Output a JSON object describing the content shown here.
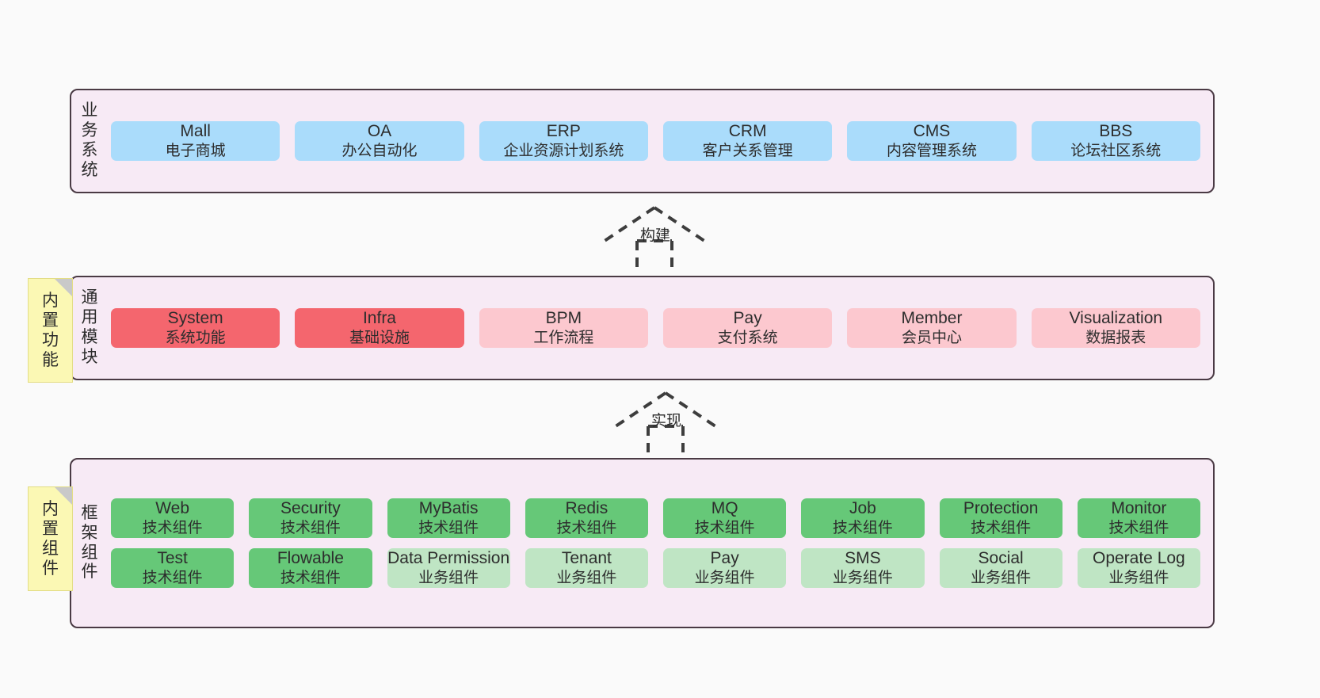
{
  "diagram": {
    "title": "",
    "colors": {
      "container_bg": "#f7eaf5",
      "container_border": "#4a3a44",
      "business_card": "#aadcfb",
      "module_primary": "#f4666e",
      "module_secondary": "#fcc8cf",
      "tech_component": "#66c878",
      "business_component": "#bfe5c4",
      "note_bg": "#fbf8b4",
      "note_fold": "#c9c9c9",
      "arrow": "#3d3d3d"
    }
  },
  "layers": [
    {
      "id": "business-systems",
      "label": [
        "业",
        "务",
        "系",
        "统"
      ],
      "rows": [
        {
          "cards": [
            {
              "title": "Mall",
              "subtitle": "电子商城",
              "variant": "c-blue"
            },
            {
              "title": "OA",
              "subtitle": "办公自动化",
              "variant": "c-blue"
            },
            {
              "title": "ERP",
              "subtitle": "企业资源计划系统",
              "variant": "c-blue"
            },
            {
              "title": "CRM",
              "subtitle": "客户关系管理",
              "variant": "c-blue"
            },
            {
              "title": "CMS",
              "subtitle": "内容管理系统",
              "variant": "c-blue"
            },
            {
              "title": "BBS",
              "subtitle": "论坛社区系统",
              "variant": "c-blue"
            }
          ]
        }
      ]
    },
    {
      "id": "common-modules",
      "label": [
        "通",
        "用",
        "模",
        "块"
      ],
      "note": [
        "内",
        "置",
        "功",
        "能"
      ],
      "rows": [
        {
          "cards": [
            {
              "title": "System",
              "subtitle": "系统功能",
              "variant": "c-red"
            },
            {
              "title": "Infra",
              "subtitle": "基础设施",
              "variant": "c-red"
            },
            {
              "title": "BPM",
              "subtitle": "工作流程",
              "variant": "c-pink"
            },
            {
              "title": "Pay",
              "subtitle": "支付系统",
              "variant": "c-pink"
            },
            {
              "title": "Member",
              "subtitle": "会员中心",
              "variant": "c-pink"
            },
            {
              "title": "Visualization",
              "subtitle": "数据报表",
              "variant": "c-pink"
            }
          ]
        }
      ]
    },
    {
      "id": "framework-components",
      "label": [
        "框",
        "架",
        "组",
        "件"
      ],
      "note": [
        "内",
        "置",
        "组",
        "件"
      ],
      "rows": [
        {
          "cards": [
            {
              "title": "Web",
              "subtitle": "技术组件",
              "variant": "c-green"
            },
            {
              "title": "Security",
              "subtitle": "技术组件",
              "variant": "c-green"
            },
            {
              "title": "MyBatis",
              "subtitle": "技术组件",
              "variant": "c-green"
            },
            {
              "title": "Redis",
              "subtitle": "技术组件",
              "variant": "c-green"
            },
            {
              "title": "MQ",
              "subtitle": "技术组件",
              "variant": "c-green"
            },
            {
              "title": "Job",
              "subtitle": "技术组件",
              "variant": "c-green"
            },
            {
              "title": "Protection",
              "subtitle": "技术组件",
              "variant": "c-green"
            },
            {
              "title": "Monitor",
              "subtitle": "技术组件",
              "variant": "c-green"
            }
          ]
        },
        {
          "cards": [
            {
              "title": "Test",
              "subtitle": "技术组件",
              "variant": "c-green"
            },
            {
              "title": "Flowable",
              "subtitle": "技术组件",
              "variant": "c-green"
            },
            {
              "title": "Data Permission",
              "subtitle": "业务组件",
              "variant": "c-lightgreen"
            },
            {
              "title": "Tenant",
              "subtitle": "业务组件",
              "variant": "c-lightgreen"
            },
            {
              "title": "Pay",
              "subtitle": "业务组件",
              "variant": "c-lightgreen"
            },
            {
              "title": "SMS",
              "subtitle": "业务组件",
              "variant": "c-lightgreen"
            },
            {
              "title": "Social",
              "subtitle": "业务组件",
              "variant": "c-lightgreen"
            },
            {
              "title": "Operate Log",
              "subtitle": "业务组件",
              "variant": "c-lightgreen"
            }
          ]
        }
      ]
    }
  ],
  "connectors": [
    {
      "id": "build",
      "label": "构建"
    },
    {
      "id": "implement",
      "label": "实现"
    }
  ]
}
